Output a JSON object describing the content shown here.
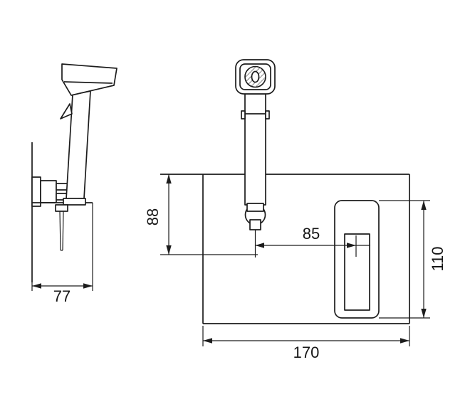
{
  "dimensions": {
    "bracket_depth": "77",
    "spout_drop": "88",
    "spout_to_plate_center": "85",
    "plate_height": "110",
    "plate_width": "170"
  },
  "colors": {
    "line": "#1c1c1c",
    "background": "#ffffff"
  }
}
